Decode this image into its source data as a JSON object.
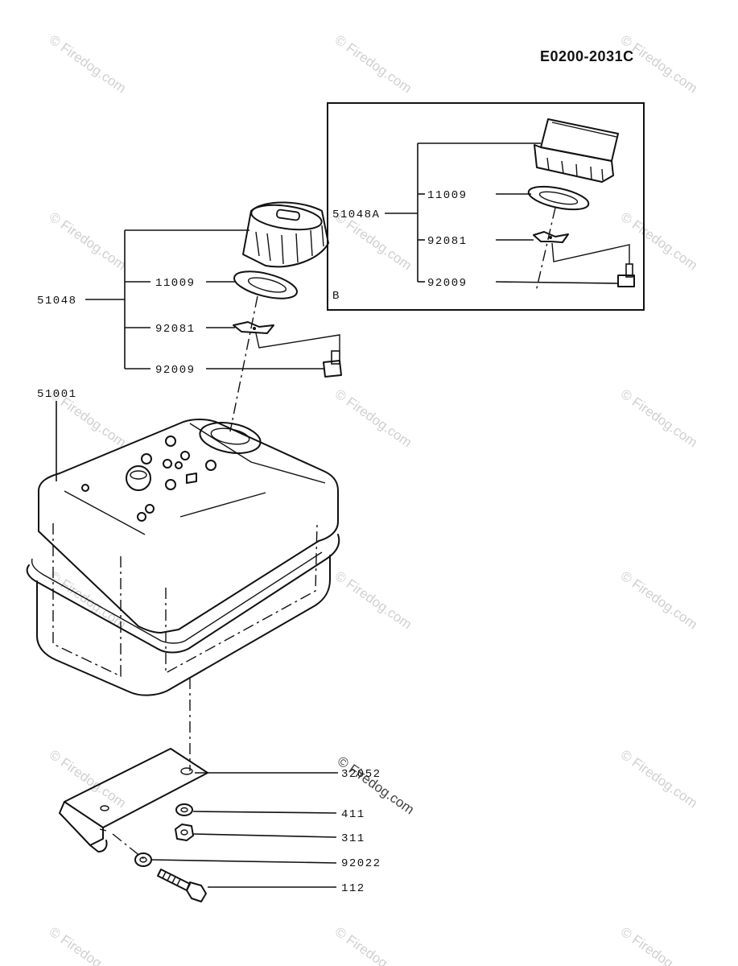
{
  "diagram_code": "E0200-2031C",
  "watermark": "© Firedog.com",
  "inset_box_label": "B",
  "parts": {
    "tank": "51001",
    "cap_assy": "51048",
    "cap_assy_alt": "51048A",
    "gasket": "11009",
    "clip": "92081",
    "screw": "92009",
    "bracket": "32052",
    "washer": "411",
    "nut": "311",
    "washer_small": "92022",
    "bolt": "112"
  }
}
